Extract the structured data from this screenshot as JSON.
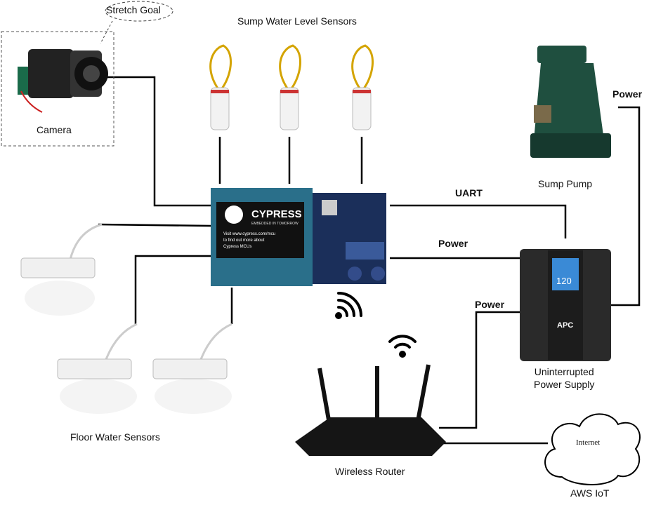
{
  "labels": {
    "stretch_goal": "Stretch Goal",
    "camera": "Camera",
    "sump_sensors": "Sump Water Level Sensors",
    "sump_pump": "Sump Pump",
    "floor_sensors": "Floor Water Sensors",
    "ups_line1": "Uninterrupted",
    "ups_line2": "Power Supply",
    "router": "Wireless Router",
    "aws": "AWS IoT",
    "internet": "Internet"
  },
  "connections": {
    "uart": "UART",
    "power_board": "Power",
    "power_router": "Power",
    "power_pump": "Power"
  },
  "board": {
    "brand": "CYPRESS",
    "tagline": "EMBEDDED IN TOMORROW",
    "screen_text_1": "Visit www.cypress.com/mcu",
    "screen_text_2": "to find out more about",
    "screen_text_3": "Cypress MCUs"
  },
  "ups": {
    "brand": "APC",
    "display_value": "120"
  },
  "colors": {
    "line": "#000000",
    "board": "#1f5a7a",
    "pump": "#1f4f3f",
    "ups": "#2a2a2a",
    "sensor_wire": "#d4a400"
  }
}
